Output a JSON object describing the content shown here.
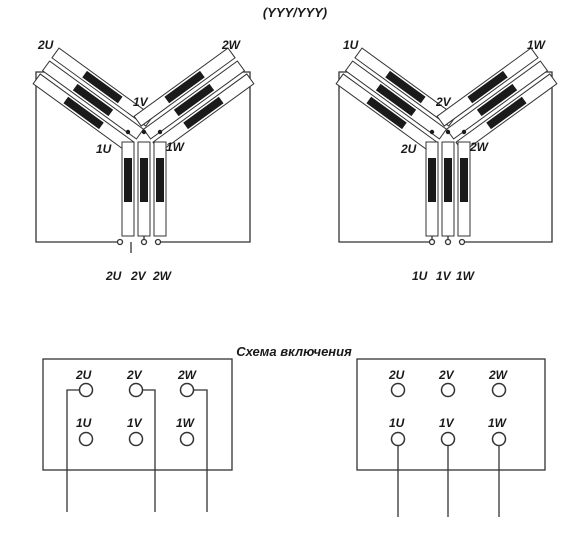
{
  "header": {
    "title": "(YYY/YYY)"
  },
  "diagrams": [
    {
      "name": "left",
      "labels": {
        "top_left": "2U",
        "top_right": "2W",
        "center": "1V",
        "mid_left": "1U",
        "mid_right": "1W"
      },
      "terminals": [
        "2U",
        "2V",
        "2W"
      ]
    },
    {
      "name": "right",
      "labels": {
        "top_left": "1U",
        "top_right": "1W",
        "center": "2V",
        "mid_left": "2U",
        "mid_right": "2W"
      },
      "terminals": [
        "1U",
        "1V",
        "1W"
      ]
    }
  ],
  "section_title": "Схема включения",
  "panels": [
    {
      "name": "left",
      "rows": [
        [
          "2U",
          "2V",
          "2W"
        ],
        [
          "1U",
          "1V",
          "1W"
        ]
      ],
      "lead_row": "top"
    },
    {
      "name": "right",
      "rows": [
        [
          "2U",
          "2V",
          "2W"
        ],
        [
          "1U",
          "1V",
          "1W"
        ]
      ],
      "lead_row": "bottom"
    }
  ]
}
